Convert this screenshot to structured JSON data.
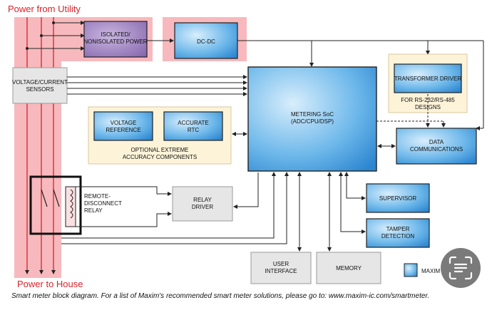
{
  "header_label": "Power from Utility",
  "footer_label": "Power to House",
  "blocks": {
    "power_supply": "ISOLATED/\nNONISOLATED POWER",
    "dcdc": "DC-DC",
    "sensors": "VOLTAGE/CURRENT\nSENSORS",
    "soc": "METERING SoC\n(ADC/CPU/DSP)",
    "transformer_driver": "TRANSFORMER DRIVER",
    "rs_note": "FOR RS-232/RS-485\nDESIGNS",
    "voltage_reference": "VOLTAGE\nREFERENCE",
    "rtc": "ACCURATE\nRTC",
    "optional_note": "OPTIONAL EXTREME\nACCURACY COMPONENTS",
    "data_comm": "DATA\nCOMMUNICATIONS",
    "relay_label": "REMOTE-\nDISCONNECT\nRELAY",
    "relay_driver": "RELAY\nDRIVER",
    "supervisor": "SUPERVISOR",
    "tamper": "TAMPER\nDETECTION",
    "user_interface": "USER\nINTERFACE",
    "memory": "MEMORY",
    "legend": "MAXIM"
  },
  "caption": "Smart meter block diagram. For a list of Maxim's recommended smart meter solutions, please go to: www.maxim-ic.com/smartmeter.",
  "colors": {
    "highlight": "#f7b9bd",
    "wire_red": "#d8222a",
    "block_blue": "#4da6e6",
    "optional_bg": "#fdf3d8",
    "gray_block": "#e6e6e6"
  }
}
